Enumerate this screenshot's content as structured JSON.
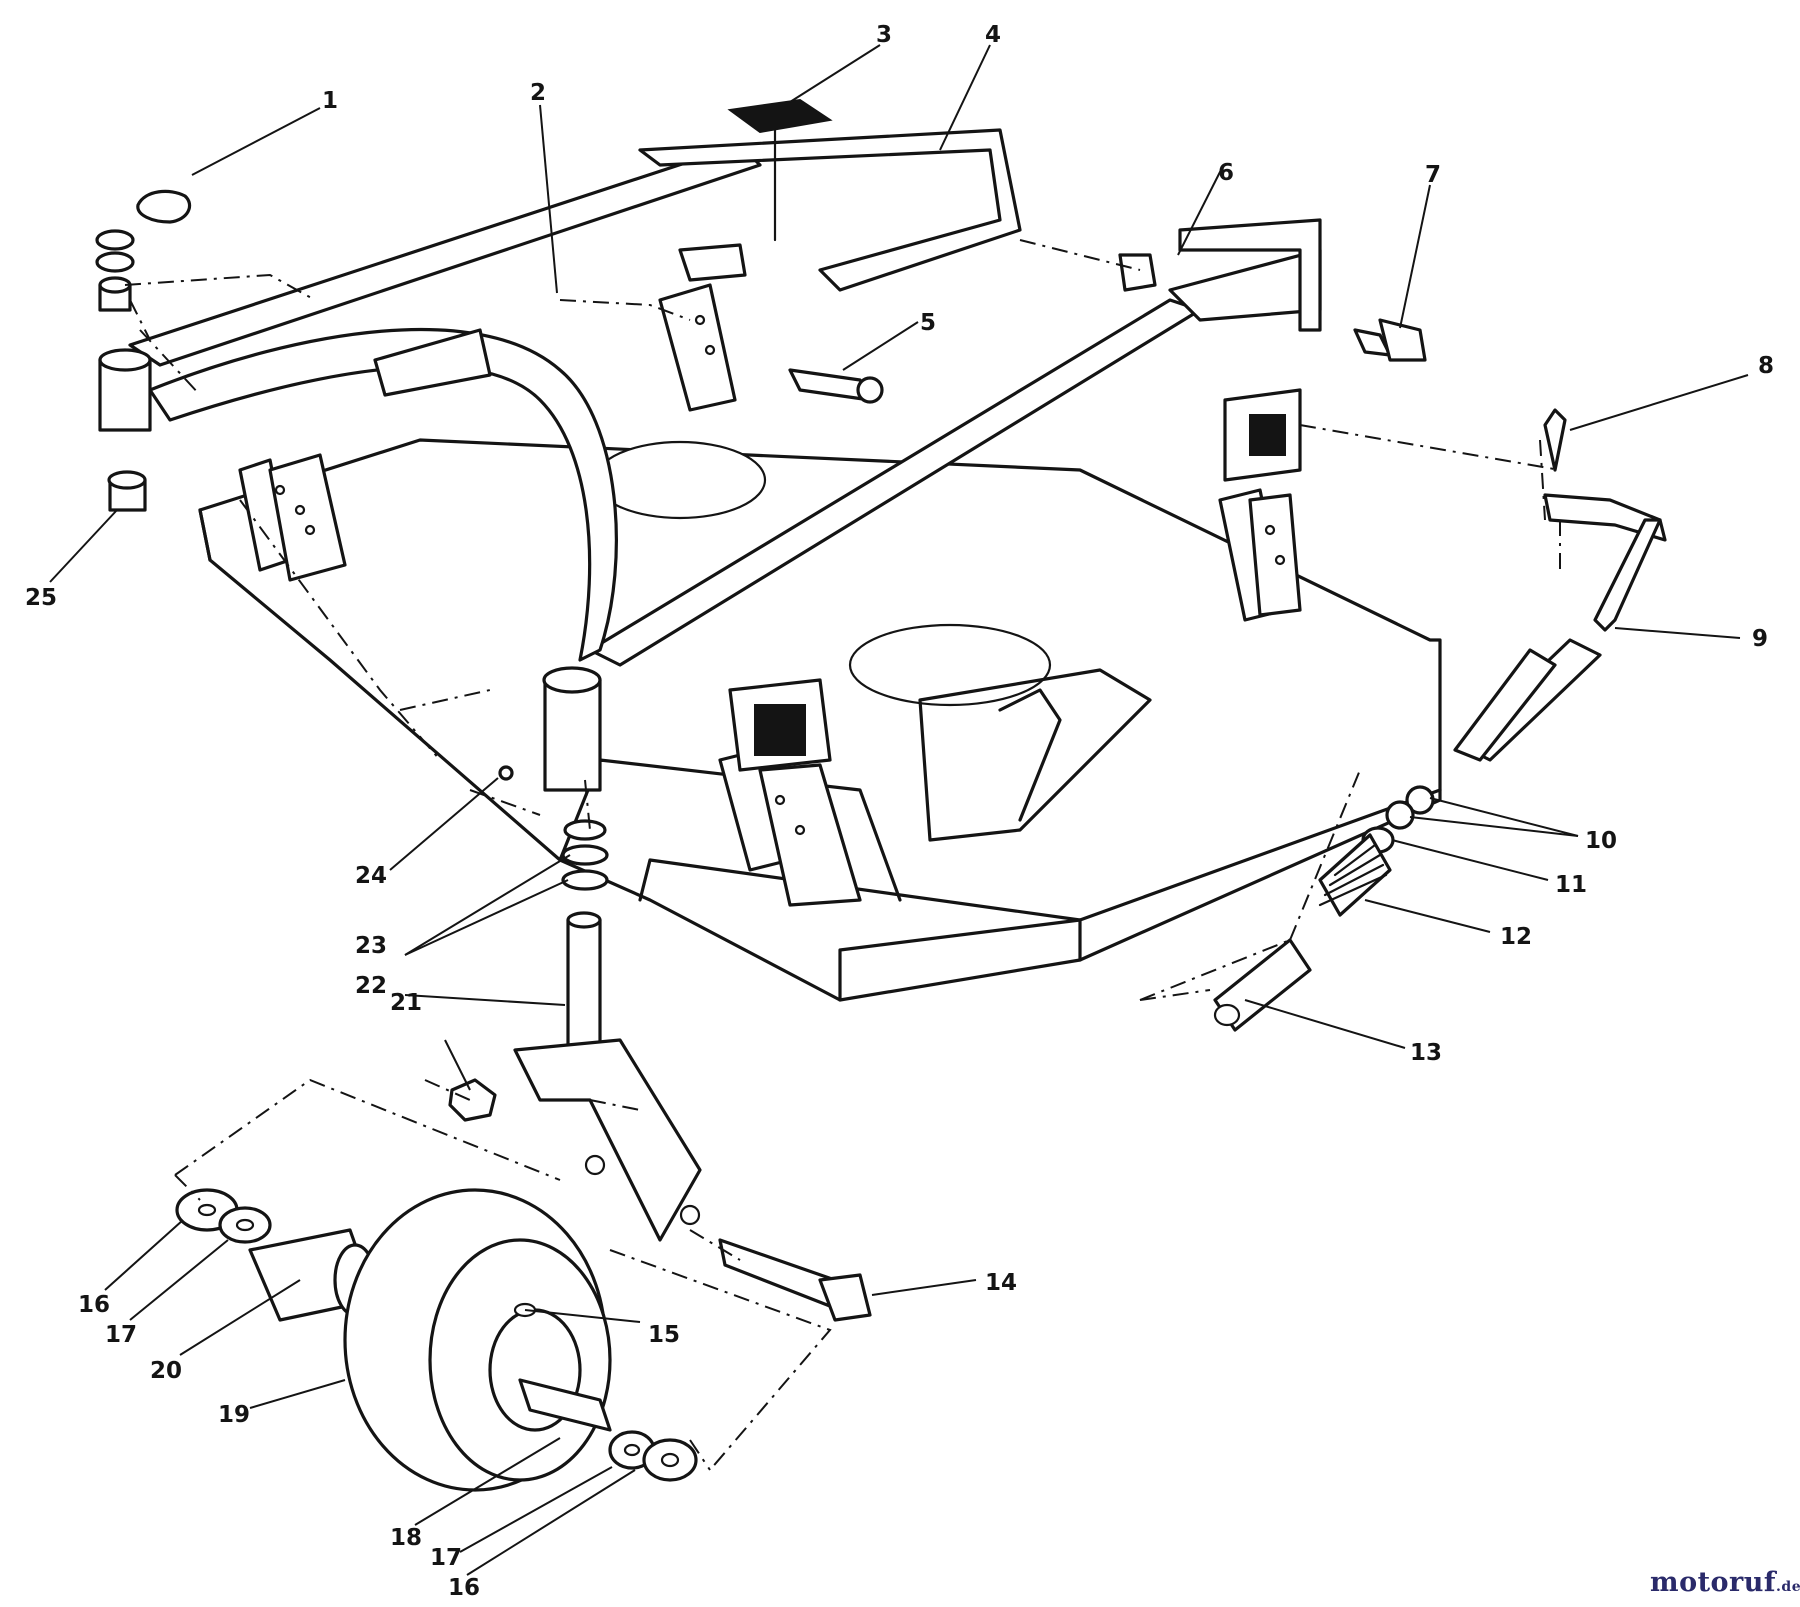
{
  "callouts": {
    "c1": "1",
    "c2": "2",
    "c3": "3",
    "c4": "4",
    "c5": "5",
    "c6": "6",
    "c7": "7",
    "c8": "8",
    "c9": "9",
    "c10": "10",
    "c11": "11",
    "c12": "12",
    "c13": "13",
    "c14": "14",
    "c15": "15",
    "c16a": "16",
    "c16b": "16",
    "c17a": "17",
    "c17b": "17",
    "c18": "18",
    "c19": "19",
    "c20": "20",
    "c21": "21",
    "c22": "22",
    "c23": "23",
    "c24": "24",
    "c25": "25"
  },
  "watermark": {
    "name": "motoruf",
    "suffix": ".de"
  }
}
